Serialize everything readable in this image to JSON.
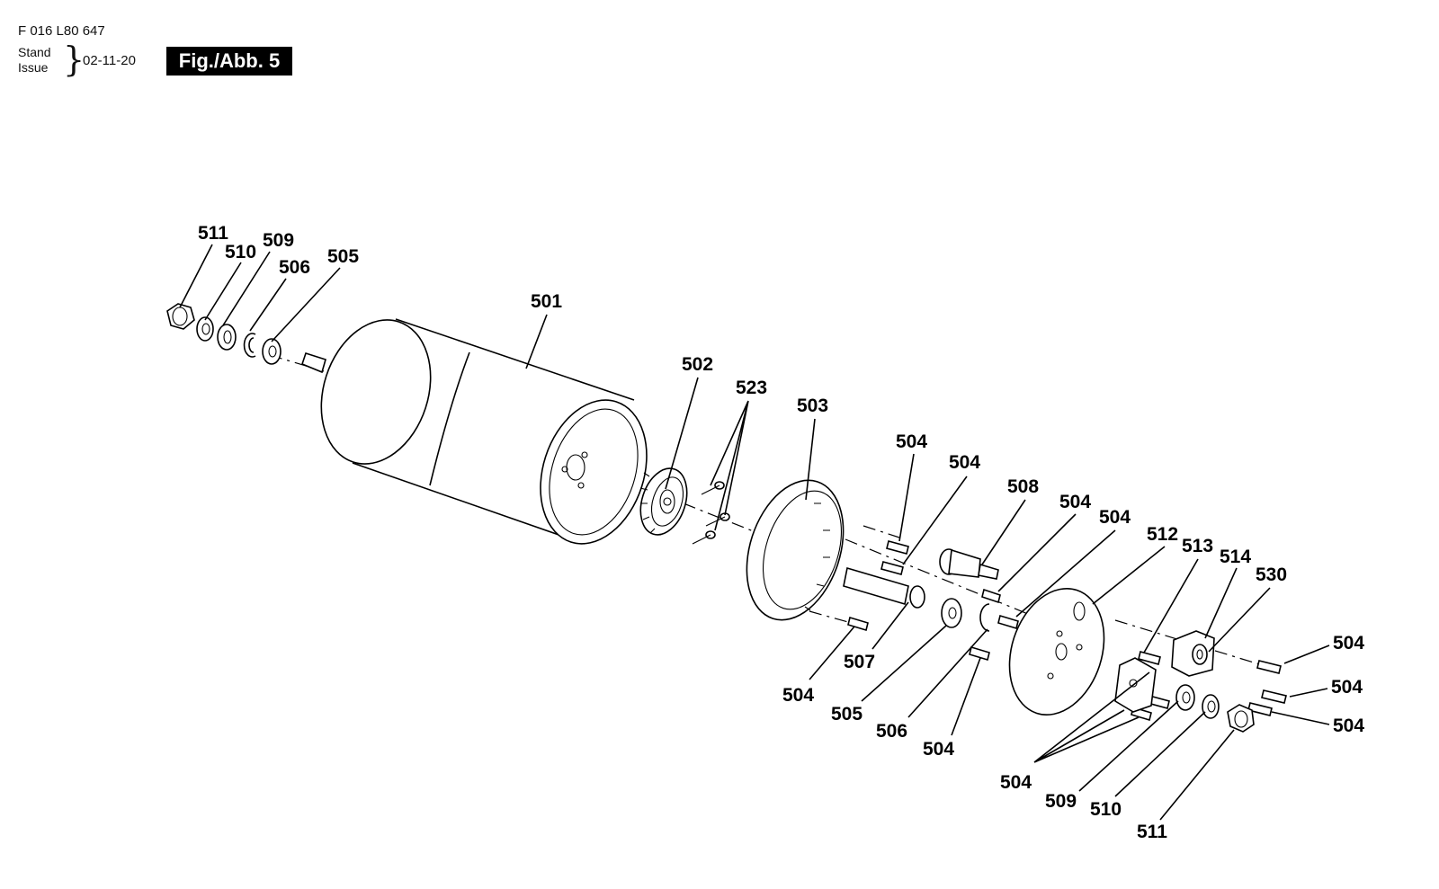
{
  "header": {
    "doc_number": "F 016 L80 647",
    "stand_label": "Stand",
    "issue_label": "Issue",
    "brace": "}",
    "date": "02-11-20",
    "figure_label": "Fig./Abb. 5"
  },
  "callouts": {
    "c511a": "511",
    "c510a": "510",
    "c509a": "509",
    "c506a": "506",
    "c505a": "505",
    "c501": "501",
    "c502": "502",
    "c523": "523",
    "c503": "503",
    "c504a": "504",
    "c504b": "504",
    "c508": "508",
    "c504c": "504",
    "c504d": "504",
    "c512": "512",
    "c513": "513",
    "c514": "514",
    "c530": "530",
    "c504e": "504",
    "c504f": "504",
    "c504g": "504",
    "c504h": "504",
    "c507": "507",
    "c505b": "505",
    "c506b": "506",
    "c504i": "504",
    "c504j": "504",
    "c509b": "509",
    "c510b": "510",
    "c511b": "511"
  }
}
